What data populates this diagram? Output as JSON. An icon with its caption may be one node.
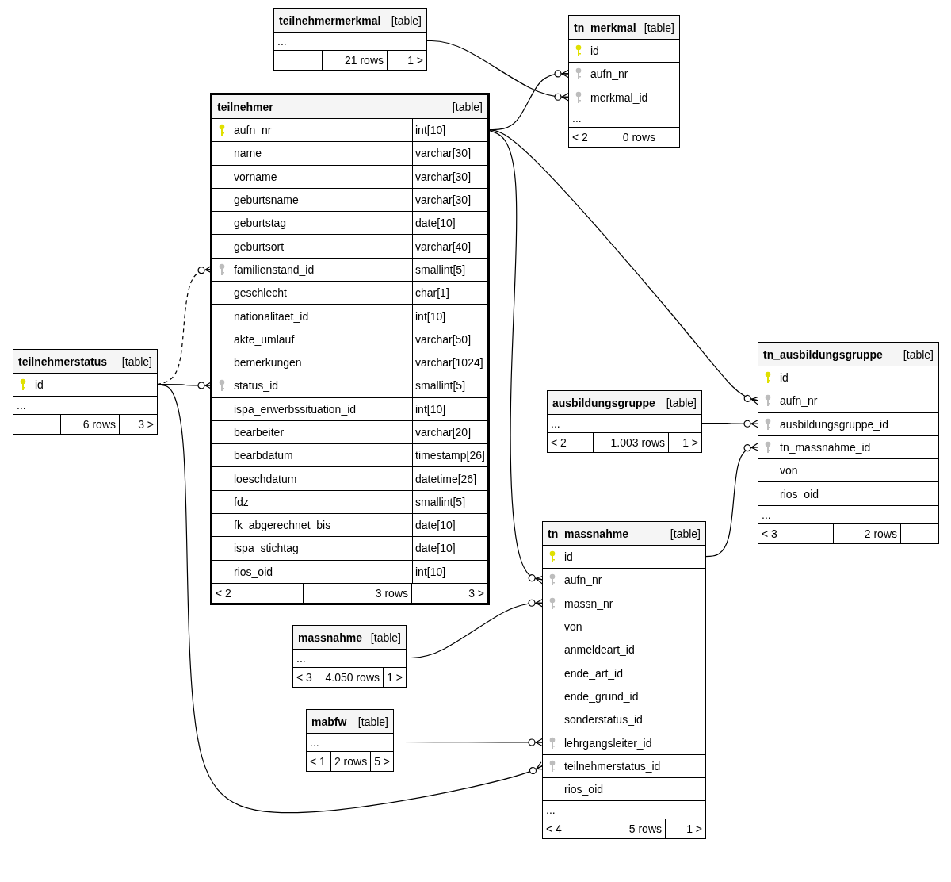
{
  "diagram": {
    "nodes": [
      {
        "text": [
          "teilnehmermerkmal",
          "[table]"
        ]
      },
      {
        "text": [
          "..."
        ],
        "in": 0
      },
      {
        "text": [
          "21 rows",
          "1 >"
        ],
        "in": 0
      },
      {
        "text": [
          "tn_merkmal",
          "[table]"
        ]
      },
      {
        "text": [
          "id"
        ],
        "in": 3
      },
      {
        "text": [
          "aufn_nr"
        ],
        "in": 3
      },
      {
        "text": [
          "merkmal_id"
        ],
        "in": 3
      },
      {
        "text": [
          "..."
        ],
        "in": 3
      },
      {
        "text": [
          "< 2",
          "0 rows"
        ],
        "in": 3
      },
      {
        "text": [
          "teilnehmer",
          "[table]"
        ]
      },
      {
        "text": [
          "aufn_nr",
          "int[10]"
        ],
        "in": 9
      },
      {
        "text": [
          "name",
          "varchar[30]"
        ],
        "in": 9
      },
      {
        "text": [
          "vorname",
          "varchar[30]"
        ],
        "in": 9
      },
      {
        "text": [
          "geburtsname",
          "varchar[30]"
        ],
        "in": 9
      },
      {
        "text": [
          "geburtstag",
          "date[10]"
        ],
        "in": 9
      },
      {
        "text": [
          "geburtsort",
          "varchar[40]"
        ],
        "in": 9
      },
      {
        "text": [
          "familienstand_id",
          "smallint[5]"
        ],
        "in": 9
      },
      {
        "text": [
          "geschlecht",
          "char[1]"
        ],
        "in": 9
      },
      {
        "text": [
          "nationalitaet_id",
          "int[10]"
        ],
        "in": 9
      },
      {
        "text": [
          "akte_umlauf",
          "varchar[50]"
        ],
        "in": 9
      },
      {
        "text": [
          "bemerkungen",
          "varchar[1024]"
        ],
        "in": 9
      },
      {
        "text": [
          "status_id",
          "smallint[5]"
        ],
        "in": 9
      },
      {
        "text": [
          "ispa_erwerbssituation_id",
          "int[10]"
        ],
        "in": 9
      },
      {
        "text": [
          "bearbeiter",
          "varchar[20]"
        ],
        "in": 9
      },
      {
        "text": [
          "bearbdatum",
          "timestamp[26]"
        ],
        "in": 9
      },
      {
        "text": [
          "loeschdatum",
          "datetime[26]"
        ],
        "in": 9
      },
      {
        "text": [
          "fdz",
          "smallint[5]"
        ],
        "in": 9
      },
      {
        "text": [
          "fk_abgerechnet_bis",
          "date[10]"
        ],
        "in": 9
      },
      {
        "text": [
          "ispa_stichtag",
          "date[10]"
        ],
        "in": 9
      },
      {
        "text": [
          "rios_oid",
          "int[10]"
        ],
        "in": 9
      },
      {
        "text": [
          "< 2",
          "3 rows",
          "3 >"
        ],
        "in": 9
      },
      {
        "text": [
          "teilnehmerstatus",
          "[table]"
        ]
      },
      {
        "text": [
          "id"
        ],
        "in": 31
      },
      {
        "text": [
          "..."
        ],
        "in": 31
      },
      {
        "text": [
          "6 rows",
          "3 >"
        ],
        "in": 31
      },
      {
        "text": [
          "ausbildungsgruppe",
          "[table]"
        ]
      },
      {
        "text": [
          "..."
        ],
        "in": 35
      },
      {
        "text": [
          "< 2",
          "1.003 rows",
          "1 >"
        ],
        "in": 35
      },
      {
        "text": [
          "tn_ausbildungsgruppe",
          "[table]"
        ]
      },
      {
        "text": [
          "id"
        ],
        "in": 38
      },
      {
        "text": [
          "aufn_nr"
        ],
        "in": 38
      },
      {
        "text": [
          "ausbildungsgruppe_id"
        ],
        "in": 38
      },
      {
        "text": [
          "tn_massnahme_id"
        ],
        "in": 38
      },
      {
        "text": [
          "von"
        ],
        "in": 38
      },
      {
        "text": [
          "rios_oid"
        ],
        "in": 38
      },
      {
        "text": [
          "..."
        ],
        "in": 38
      },
      {
        "text": [
          "< 3",
          "2 rows"
        ],
        "in": 38
      },
      {
        "text": [
          "tn_massnahme",
          "[table]"
        ]
      },
      {
        "text": [
          "id"
        ],
        "in": 47
      },
      {
        "text": [
          "aufn_nr"
        ],
        "in": 47
      },
      {
        "text": [
          "massn_nr"
        ],
        "in": 47
      },
      {
        "text": [
          "von"
        ],
        "in": 47
      },
      {
        "text": [
          "anmeldeart_id"
        ],
        "in": 47
      },
      {
        "text": [
          "ende_art_id"
        ],
        "in": 47
      },
      {
        "text": [
          "ende_grund_id"
        ],
        "in": 47
      },
      {
        "text": [
          "sonderstatus_id"
        ],
        "in": 47
      },
      {
        "text": [
          "lehrgangsleiter_id"
        ],
        "in": 47
      },
      {
        "text": [
          "teilnehmerstatus_id"
        ],
        "in": 47
      },
      {
        "text": [
          "rios_oid"
        ],
        "in": 47
      },
      {
        "text": [
          "..."
        ],
        "in": 47
      },
      {
        "text": [
          "< 4",
          "5 rows",
          "1 >"
        ],
        "in": 47
      },
      {
        "text": [
          "massnahme",
          "[table]"
        ]
      },
      {
        "text": [
          "..."
        ],
        "in": 61
      },
      {
        "text": [
          "< 3",
          "4.050 rows",
          "1 >"
        ],
        "in": 61
      },
      {
        "text": [
          "mabfw",
          "[table]"
        ]
      },
      {
        "text": [
          "..."
        ],
        "in": 64
      },
      {
        "text": [
          "< 1",
          "2 rows",
          "5 >"
        ],
        "in": 64
      }
    ],
    "edges": [
      {
        "from": 1,
        "to": 6,
        "arrow": "other"
      },
      {
        "from": 10,
        "to": 5,
        "arrow": "other"
      },
      {
        "from": 10,
        "to": 40,
        "arrow": "other"
      },
      {
        "from": 10,
        "to": 49,
        "arrow": "other"
      },
      {
        "from": 32,
        "to": 16,
        "arrow": "other",
        "style": "dashed"
      },
      {
        "from": 32,
        "to": 21,
        "arrow": "other"
      },
      {
        "from": 32,
        "to": 57,
        "arrow": "other"
      },
      {
        "from": 36,
        "to": 41,
        "arrow": "other"
      },
      {
        "from": 48,
        "to": 42,
        "arrow": "other"
      },
      {
        "from": 62,
        "to": 50,
        "arrow": "other"
      },
      {
        "from": 65,
        "to": 56,
        "arrow": "other"
      }
    ]
  }
}
